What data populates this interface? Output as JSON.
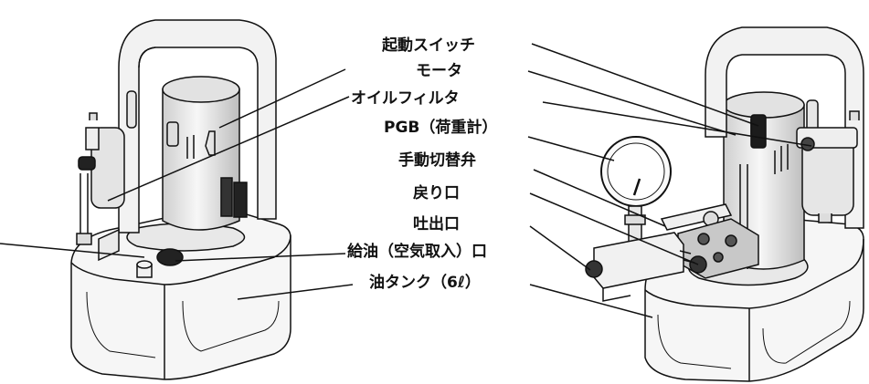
{
  "labels": [
    {
      "id": "start-switch",
      "text": "起動スイッチ"
    },
    {
      "id": "motor",
      "text": "モータ"
    },
    {
      "id": "oil-filter",
      "text": "オイルフィルタ"
    },
    {
      "id": "pgb",
      "text": "PGB（荷重計）"
    },
    {
      "id": "manual-valve",
      "text": "手動切替弁"
    },
    {
      "id": "return-port",
      "text": "戻り口"
    },
    {
      "id": "discharge-port",
      "text": "吐出口"
    },
    {
      "id": "oil-filler",
      "text": "給油（空気取入）口"
    },
    {
      "id": "oil-tank",
      "text": "油タンク（6ℓ）"
    }
  ],
  "colors": {
    "line": "#111111",
    "body_light": "#f4f4f4",
    "body_shade": "#d8d8d8",
    "dark": "#222222"
  }
}
